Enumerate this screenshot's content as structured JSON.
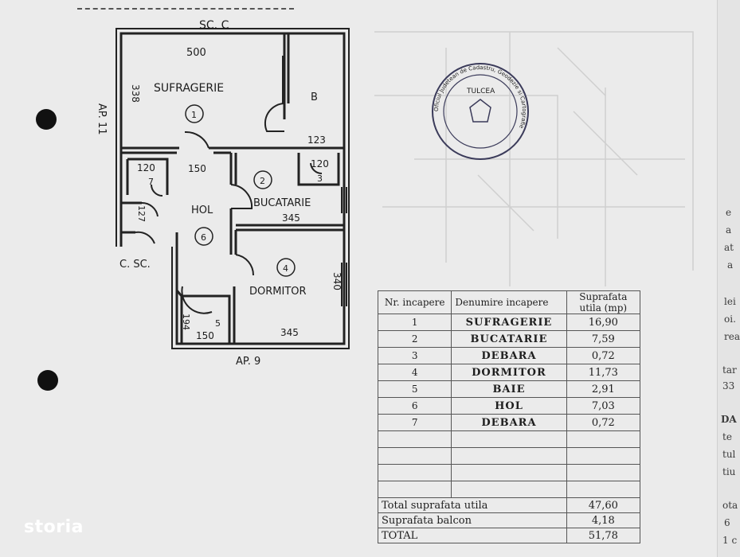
{
  "plan": {
    "stair_top": "SC. C",
    "stair_left": "C. SC.",
    "neighbor_left": "AP. 11",
    "neighbor_bottom": "AP. 9",
    "rooms": {
      "sufragerie": {
        "name": "SUFRAGERIE",
        "num": "1",
        "width": "500",
        "height": "338"
      },
      "balcon": {
        "name": "B",
        "width": "123"
      },
      "bucatarie": {
        "name": "BUCATARIE",
        "num": "2",
        "width": "345"
      },
      "debara3": {
        "num": "3",
        "width": "120"
      },
      "dormitor": {
        "name": "DORMITOR",
        "num": "4",
        "width": "345",
        "height": "340"
      },
      "baie": {
        "num": "5",
        "width": "150",
        "height": "194"
      },
      "hol": {
        "name": "HOL",
        "num": "6",
        "width": "150"
      },
      "debara7": {
        "num": "7",
        "width": "120",
        "height": "127"
      }
    }
  },
  "stamp": {
    "text": "Oficiul Judetean de Cadastru, Geodezie si Cartografie",
    "city": "TULCEA"
  },
  "table": {
    "headers": {
      "nr": "Nr. incapere",
      "den": "Denumire incapere",
      "sup": "Suprafata utila (mp)"
    },
    "rows": [
      {
        "nr": "1",
        "name": "SUFRAGERIE",
        "val": "16,90"
      },
      {
        "nr": "2",
        "name": "BUCATARIE",
        "val": "7,59"
      },
      {
        "nr": "3",
        "name": "DEBARA",
        "val": "0,72"
      },
      {
        "nr": "4",
        "name": "DORMITOR",
        "val": "11,73"
      },
      {
        "nr": "5",
        "name": "BAIE",
        "val": "2,91"
      },
      {
        "nr": "6",
        "name": "HOL",
        "val": "7,03"
      },
      {
        "nr": "7",
        "name": "DEBARA",
        "val": "0,72"
      }
    ],
    "totals": [
      {
        "label": "Total suprafata utila",
        "val": "47,60"
      },
      {
        "label": "Suprafata balcon",
        "val": "4,18"
      },
      {
        "label": "TOTAL",
        "val": "51,78"
      }
    ]
  },
  "watermark": "storia",
  "margin_fragments": [
    "e",
    "a",
    "at",
    "a",
    "lei",
    "oi.",
    "rea",
    "tar",
    "33",
    "DA",
    "te",
    "tul",
    "tiu",
    "ota",
    "6",
    "1 c"
  ]
}
